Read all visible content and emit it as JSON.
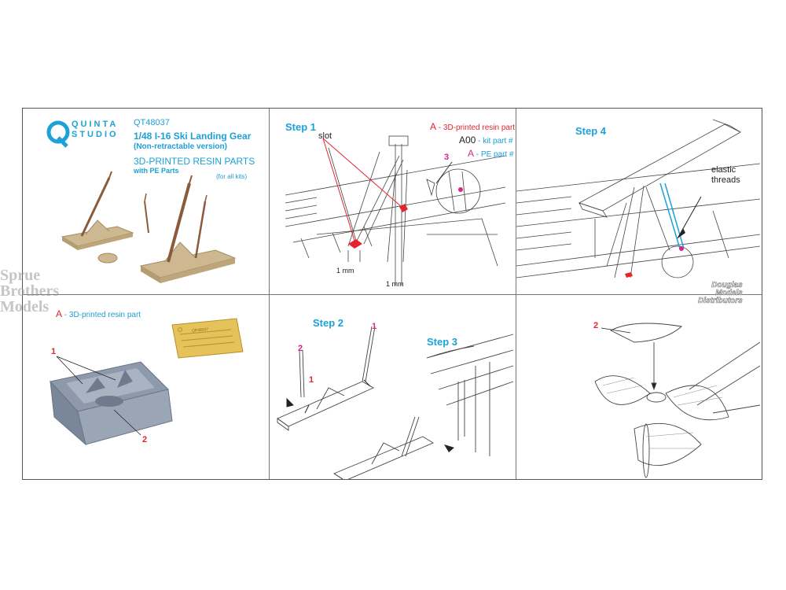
{
  "header": {
    "brand_top": "QUINTA",
    "brand_bottom": "STUDIO",
    "code": "QT48037",
    "title": "1/48 I-16 Ski Landing Gear",
    "subtitle": "(Non-retractable version)",
    "resin": "3D-PRINTED RESIN PARTS",
    "pe": "with PE Parts",
    "kits": "(for all kits)"
  },
  "step1": {
    "title": "Step 1",
    "slot": "slot",
    "callout_3": "3",
    "dim_a": "1 mm",
    "dim_b": "1 mm"
  },
  "legend": {
    "resin_letter": "A",
    "resin_text": " - 3D-printed resin part",
    "kit_code": "A00",
    "kit_text": " - kit part #",
    "pe_letter": "A",
    "pe_text": " - PE part #"
  },
  "step4": {
    "title": "Step 4",
    "label_line1": "elastic",
    "label_line2": "threads"
  },
  "resin_panel": {
    "letter": "A",
    "text": " - 3D-printed resin part",
    "callout_1": "1",
    "callout_2": "2",
    "fret_label": "QP48037"
  },
  "step2": {
    "title": "Step 2",
    "callout_1a": "1",
    "callout_2": "2",
    "callout_1b": "1"
  },
  "step3": {
    "title": "Step 3"
  },
  "tail_panel": {
    "callout_2": "2"
  },
  "watermarks": {
    "sbm_1": "Sprue",
    "sbm_2": "Brothers",
    "sbm_3": "Models",
    "dmd_1": "Douglas",
    "dmd_2": "Models",
    "dmd_3": "Distributors"
  },
  "colors": {
    "accent_blue": "#1da1d6",
    "resin_red": "#e2252e",
    "pe_magenta": "#d6268a",
    "resin_tan": "#cdb892",
    "resin_grey": "#8e9aab",
    "pe_gold": "#e5c25a"
  }
}
